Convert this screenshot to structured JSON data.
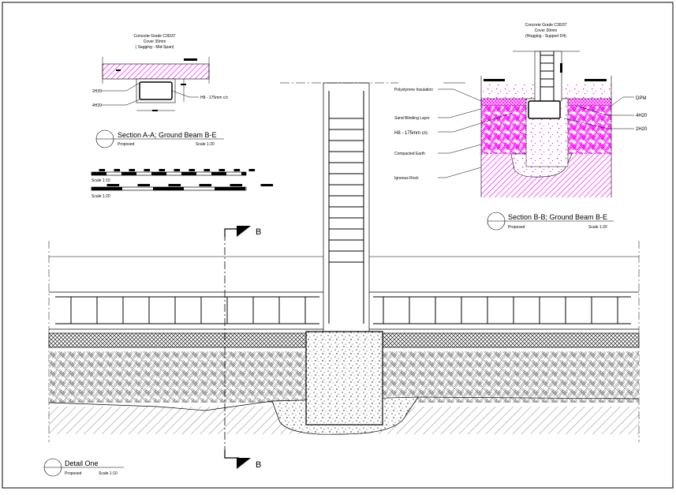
{
  "section_aa": {
    "note_line1": "Concrete Grade C30/37",
    "note_line2": "Cover 30mm",
    "note_line3": "( Sagging - Mid-Span)",
    "label_top_bars": "2H20",
    "label_bottom_bars": "4H20",
    "label_links": "H8 - 175mm c/c",
    "title": "Section A-A; Ground Beam B-E",
    "status": "Proposed",
    "scale": "Scale 1:20"
  },
  "scale_bars": {
    "bar1_label": "Scale 1:10",
    "bar2_label": "Scale 1:20"
  },
  "section_bb": {
    "note_line1": "Concrete Grade C30/37",
    "note_line2": "Cover 30mm",
    "note_line3": "(Hogging - Support D4)",
    "label_insulation": "Polystyrene Insulation",
    "label_sand": "Sand Blinding Layer",
    "label_links": "H8 - 175mm c/c",
    "label_earth": "Compacted Earth",
    "label_rock": "Igneous Rock",
    "label_dpm": "DPM",
    "label_bottom_bars": "4H20",
    "label_top_bars": "2H20",
    "title": "Section B-B; Ground Beam B-E",
    "status": "Proposed",
    "scale": "Scale 1:20"
  },
  "detail_one": {
    "section_marker": "B",
    "section_marker_bottom": "B",
    "title": "Detail One",
    "status": "Proposed",
    "scale": "Scale 1:10"
  },
  "colors": {
    "magenta": "#ff00ff",
    "line": "#000000"
  }
}
